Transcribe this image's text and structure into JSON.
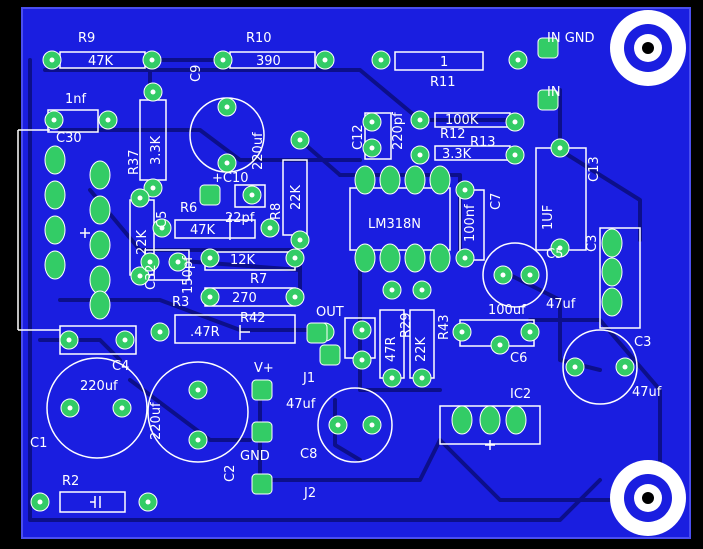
{
  "colors": {
    "background": "#000000",
    "board": "#1a1ee0",
    "trace": "#0c0f8a",
    "pad": "#33cc66",
    "silkscreen": "#ffffff",
    "hole": "#ffffff"
  },
  "labels": {
    "r9": "R9",
    "r9_val": "47K",
    "r10": "R10",
    "r10_val": "390",
    "r11": "R11",
    "r11_val": "1",
    "in_gnd": "IN  GND",
    "in": "IN",
    "nf1": "1nf",
    "c30": "C30",
    "c9": "C9",
    "c9_val": "220uf",
    "r37": "R37",
    "r37_val": "3.3K",
    "c12": "C12",
    "c12_val": "220pf",
    "r12_val": "100K",
    "r12": "R12",
    "r13": "R13",
    "r13_val": "3.3K",
    "c13": "C13",
    "c10": "+C10",
    "c10_val": "22pf",
    "r8": "R8",
    "r8_val": "22K",
    "r5_val": "22K",
    "c5a": "C5",
    "r6": "R6",
    "r6_val": "47K",
    "lm": "LM318N",
    "c7": "C7",
    "c7_val": "100nf",
    "uf1": "1UF",
    "c5b": "C5",
    "c3l": "C3",
    "c32": "C32",
    "c32_val": "150pf",
    "r7a_val": "12K",
    "r7": "R7",
    "r7b_val": "270",
    "r3": "R3",
    "r47": ".47R",
    "r42": "R42",
    "out": "OUT",
    "r43": "R43",
    "r42b_val": "47R",
    "r22k": "22K",
    "r29": "R29",
    "uf100": "100uf",
    "c6": "C6",
    "uf47a": "47uf",
    "c3": "C3",
    "uf47b": "47uf",
    "c4": "C4",
    "c1": "C1",
    "c1_val": "220uf",
    "c2": "C2",
    "c2_val": "220uf",
    "vplus": "V+",
    "j1": "J1",
    "uf47c": "47uf",
    "ic2": "IC2",
    "gnd": "GND",
    "c8": "C8",
    "r2": "R2",
    "j2": "J2"
  }
}
